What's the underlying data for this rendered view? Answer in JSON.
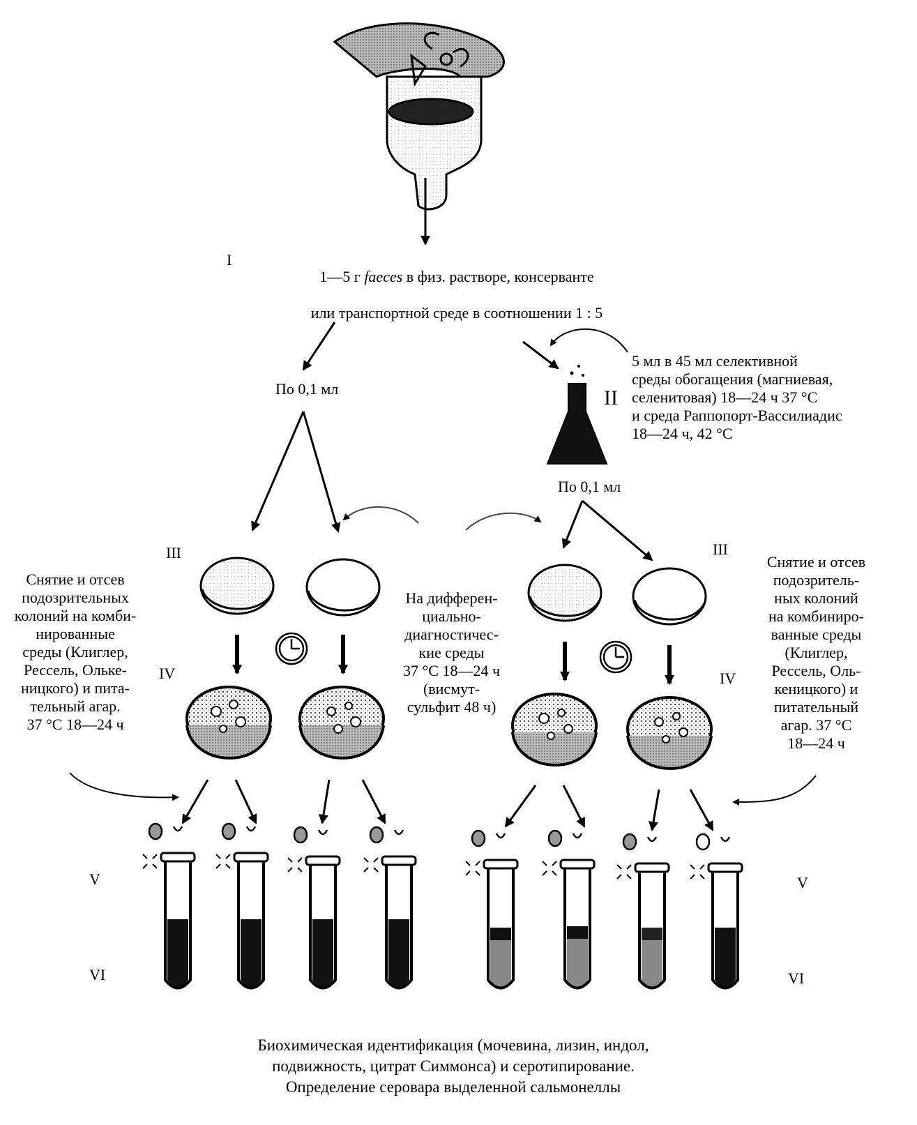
{
  "stages": {
    "I": "I",
    "II": "II",
    "III_left": "III",
    "III_right": "III",
    "IV_left": "IV",
    "IV_right": "IV",
    "V_left": "V",
    "V_right": "V",
    "VI_left": "VI",
    "VI_right": "VI"
  },
  "step1": {
    "prefix": "1—5 г ",
    "italic": "faeces",
    "suffix": " в физ. растворе, консерванте",
    "line2": "или транспортной среде в соотношении 1 : 5"
  },
  "aliquot_left": "По 0,1 мл",
  "aliquot_right": "По 0,1 мл",
  "enrichment": "5 мл в 45 мл селективной\nсреды обогащения (магниевая,\nселенитовая) 18—24 ч 37 °С\nи среда Раппопорт-Вассилиадис\n18—24 ч, 42 °С",
  "differential": "На дифферен-\nциально-\nдиагностичес-\nкие среды\n37 °С 18—24 ч\n(висмут-\nсульфит 48 ч)",
  "subculture_left": "Снятие и отсев\nподозрительных\nколоний на комби-\nнированные\nсреды (Клиглер,\nРессель, Ольке-\nницкого) и пита-\nтельный агар.\n37 °С 18—24 ч",
  "subculture_right": "Снятие и отсев\nподозритель-\nных колоний\nна комбиниро-\nванные среды\n(Клиглер,\nРессель, Оль-\nкеницкого) и\nпитательный\nагар. 37 °С\n18—24 ч",
  "conclusion": "Биохимическая идентификация (мочевина, лизин, индол,\nподвижность, цитрат Симмонса) и серотипирование.\nОпределение серовара выделенной сальмонеллы"
}
